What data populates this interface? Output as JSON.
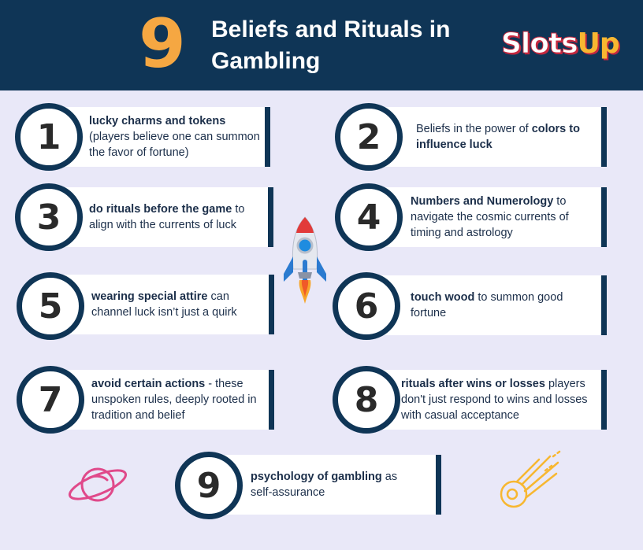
{
  "header": {
    "number": "9",
    "title": "Beliefs and Rituals in Gambling"
  },
  "logo": {
    "part1": "Slots",
    "part2": "Up"
  },
  "items": [
    {
      "num": "1",
      "bold": "lucky charms and tokens",
      "rest": " (players believe one can summon the favor of fortune)",
      "pre": ""
    },
    {
      "num": "2",
      "pre": "Beliefs in the power of ",
      "bold": "colors to influence luck",
      "rest": ""
    },
    {
      "num": "3",
      "pre": "",
      "bold": "do rituals before the game",
      "rest": " to align with the currents of luck"
    },
    {
      "num": "4",
      "pre": "",
      "bold": "Numbers and Numerology",
      "rest": " to navigate the cosmic currents of timing and astrology"
    },
    {
      "num": "5",
      "pre": "",
      "bold": "wearing special attire",
      "rest": " can channel luck isn’t just a quirk"
    },
    {
      "num": "6",
      "pre": "",
      "bold": "touch wood",
      "rest": " to summon good fortune"
    },
    {
      "num": "7",
      "pre": "",
      "bold": "avoid certain actions",
      "rest": " - these unspoken rules, deeply rooted in tradition and belief"
    },
    {
      "num": "8",
      "pre": "",
      "bold": "rituals after wins or losses",
      "rest": " players don't just respond to wins and losses with casual acceptance"
    },
    {
      "num": "9",
      "pre": "",
      "bold": "psychology of gambling",
      "rest": " as self-assurance"
    }
  ],
  "colors": {
    "navy": "#0f3556",
    "orange": "#f5a742",
    "pink": "#e0498a",
    "background": "#e9e8f8"
  },
  "icons": [
    "rocket-icon",
    "planet-icon",
    "comet-icon"
  ]
}
